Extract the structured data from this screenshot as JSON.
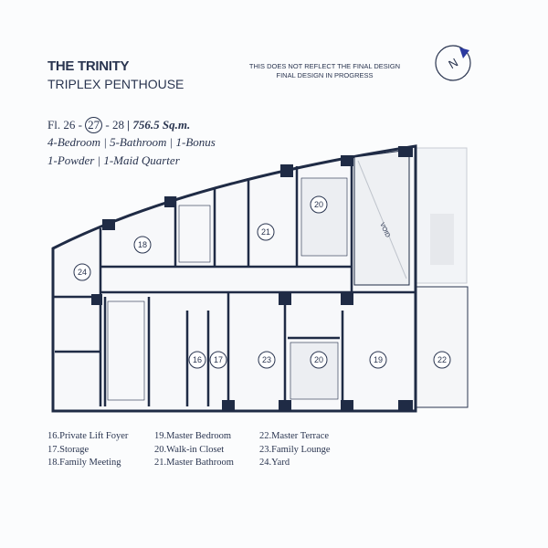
{
  "header": {
    "title": "THE TRINITY",
    "subtitle": "TRIPLEX PENTHOUSE"
  },
  "notice": {
    "line1": "THIS DOES NOT REFLECT THE FINAL DESIGN",
    "line2": "FINAL DESIGN IN PROGRESS"
  },
  "compass": {
    "label": "N",
    "icon": "north-arrow-icon"
  },
  "specs": {
    "floor_prefix": "Fl. 26 -",
    "floor_current": "27",
    "floor_suffix": "- 28",
    "area": "| 756.5 Sq.m.",
    "line2": "4-Bedroom | 5-Bathroom | 1-Bonus",
    "line3": "1-Powder | 1-Maid Quarter"
  },
  "plan": {
    "void_label": "VOID",
    "room_tags": [
      "18",
      "24",
      "21",
      "20",
      "16",
      "17",
      "23",
      "20",
      "19",
      "22"
    ]
  },
  "legend": [
    [
      "16.Private Lift Foyer",
      "17.Storage",
      "18.Family Meeting"
    ],
    [
      "19.Master Bedroom",
      "20.Walk-in Closet",
      "21.Master Bathroom"
    ],
    [
      "22.Master Terrace",
      "23.Family Lounge",
      "24.Yard"
    ]
  ],
  "colors": {
    "ink": "#2a3550",
    "wall": "#1f2b45",
    "accent": "#2b3aa0"
  }
}
